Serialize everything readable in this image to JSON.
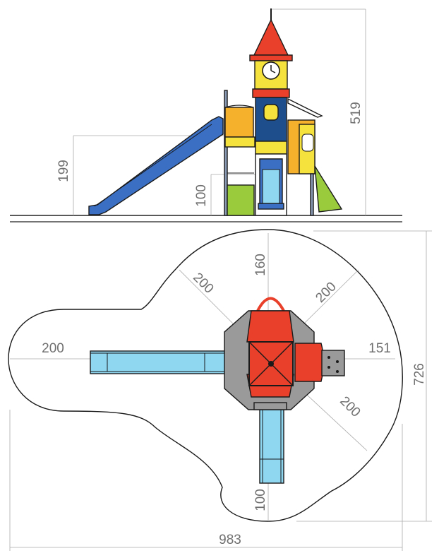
{
  "elevation": {
    "dimensions": {
      "total_height": "519",
      "slide_platform_height": "199",
      "small_slide_height": "100"
    }
  },
  "plan": {
    "dimensions": {
      "radius_top": "160",
      "radius_upper_left": "200",
      "radius_upper_right": "200",
      "left_extent": "200",
      "right_extent": "151",
      "radius_lower_right": "200",
      "bottom_extent": "100",
      "total_width": "983",
      "total_depth": "726"
    }
  },
  "colors": {
    "tower_red": "#e8402a",
    "tower_yellow": "#f5e23c",
    "tower_blue": "#1e4f8c",
    "slide_blue": "#3a6fc4",
    "slide_cyan": "#8fd6f0",
    "roof_orange": "#f5b12c",
    "green": "#9acb3c",
    "grey": "#9a9a9a"
  }
}
